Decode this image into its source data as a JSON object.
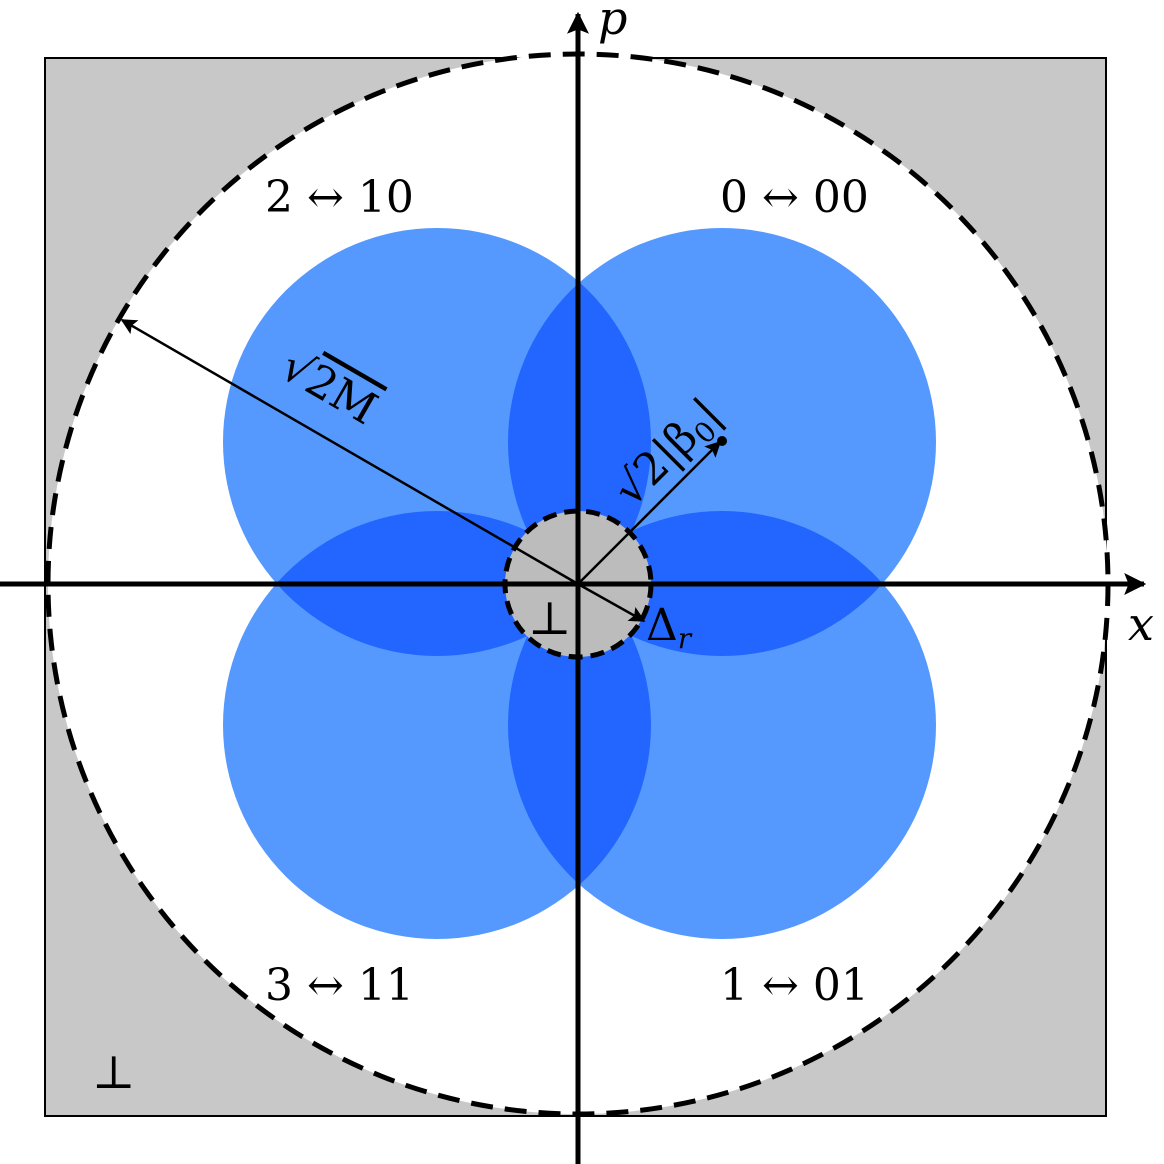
{
  "axes": {
    "x_label": "x",
    "p_label": "p"
  },
  "quadrants": {
    "q0": "0 ↔ 00",
    "q1": "1 ↔ 01",
    "q2": "2 ↔ 10",
    "q3": "3 ↔ 11"
  },
  "labels": {
    "outer_radius": {
      "sqrt": "√",
      "arg": "2M"
    },
    "beta_radius": {
      "sqrt": "√",
      "arg": "2|β",
      "sub": "0",
      "close": "|"
    },
    "delta": {
      "main": "Δ",
      "sub": "r"
    },
    "perp_center": "⊥",
    "perp_corner": "⊥"
  },
  "colors": {
    "gray_region": "#c8c8c8",
    "circle_light": "#5599ff",
    "circle_overlap": "#2266ff",
    "line": "#000000"
  }
}
